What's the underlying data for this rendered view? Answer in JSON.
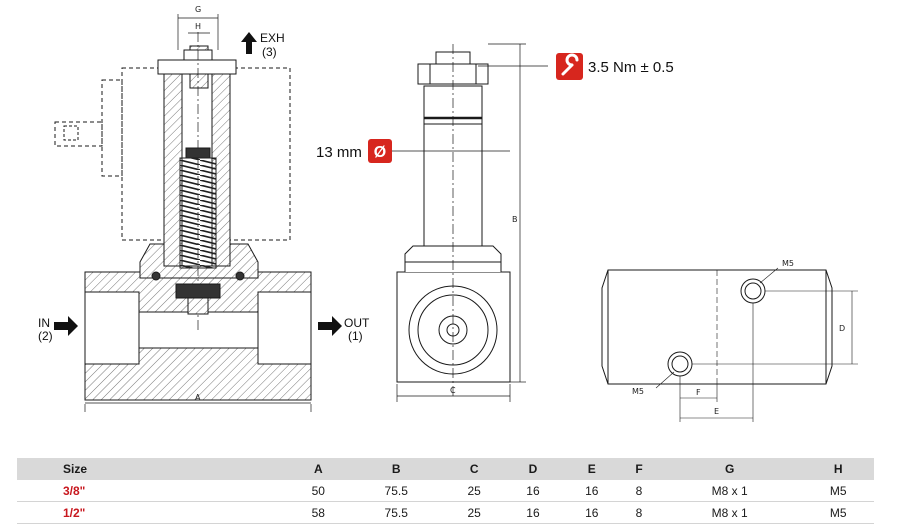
{
  "labels": {
    "exhaust": "EXH",
    "exhaust_port": "(3)",
    "inlet": "IN",
    "inlet_port": "(2)",
    "outlet": "OUT",
    "outlet_port": "(1)",
    "torque": "3.5 Nm ± 0.5",
    "diameter": "13 mm",
    "diameter_symbol": "Ø",
    "dim_a": "A",
    "dim_b": "B",
    "dim_c": "C",
    "dim_d": "D",
    "dim_e": "E",
    "dim_f": "F",
    "dim_g": "G",
    "dim_h": "H",
    "thread_m5_top": "M5",
    "thread_m5_bottom": "M5"
  },
  "icons": {
    "torque": "wrench-icon",
    "diameter": "diameter-icon"
  },
  "colors": {
    "accent": "#d7261e",
    "line": "#1a1a1a",
    "header_bg": "#d9d9d9"
  },
  "table": {
    "headers": [
      "Size",
      "A",
      "B",
      "C",
      "D",
      "E",
      "F",
      "G",
      "H"
    ],
    "rows": [
      [
        "3/8\"",
        "50",
        "75.5",
        "25",
        "16",
        "16",
        "8",
        "M8 x 1",
        "M5"
      ],
      [
        "1/2\"",
        "58",
        "75.5",
        "25",
        "16",
        "16",
        "8",
        "M8 x 1",
        "M5"
      ]
    ]
  }
}
